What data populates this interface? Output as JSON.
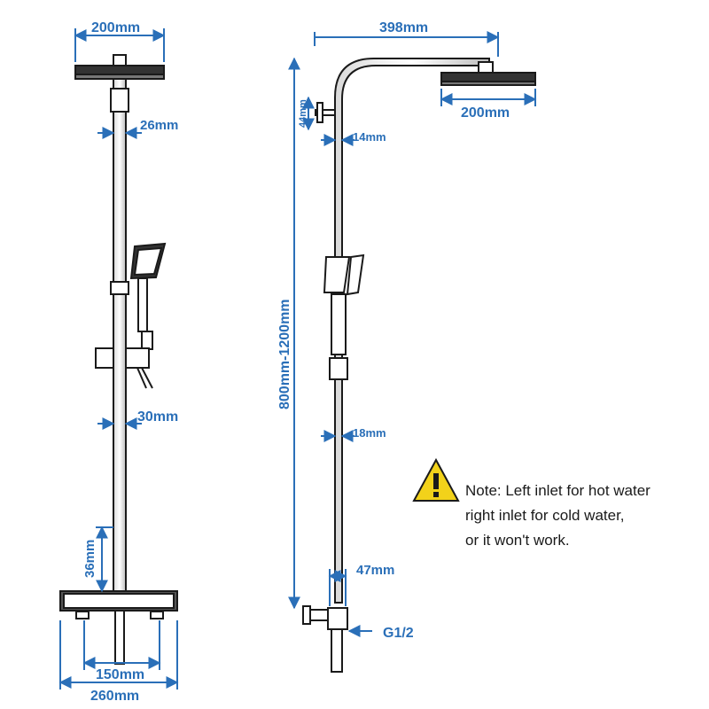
{
  "dimensions": {
    "top_head_width": "200mm",
    "arm_length": "398mm",
    "side_head_width": "200mm",
    "head_pipe_diameter": "26mm",
    "knob_spacing": "44mm",
    "upper_pipe_diameter": "14mm",
    "rail_height": "800mm-1200mm",
    "lower_pipe_diameter": "30mm",
    "side_lower_pipe_diameter": "18mm",
    "valve_height": "36mm",
    "inlet_offset": "47mm",
    "inlet_thread": "G1/2",
    "inlet_spacing": "150mm",
    "valve_width": "260mm"
  },
  "note": {
    "line1": "Note: Left inlet for hot water",
    "line2": "right inlet for cold water,",
    "line3": "or it won't work."
  },
  "colors": {
    "dimension": "#2a6fb8",
    "warning": "#f2d21a",
    "outline": "#1a1a1a"
  },
  "icons": [
    "warning-icon"
  ]
}
